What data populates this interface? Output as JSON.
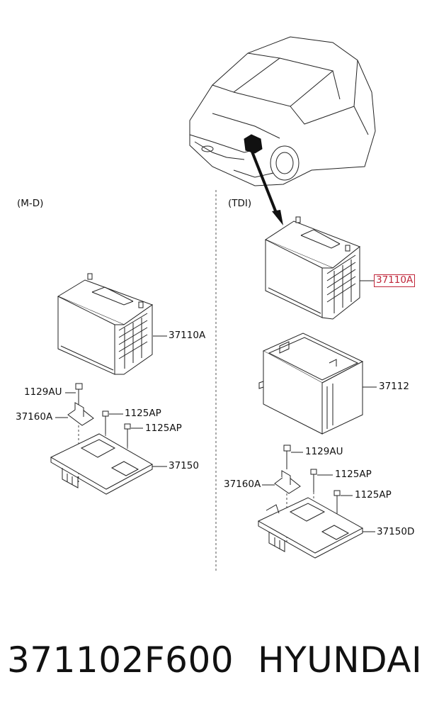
{
  "groups": {
    "left": "(M-D)",
    "right": "(TDI)"
  },
  "labels": {
    "left_battery": "37110A",
    "left_bolt_top": "1129AU",
    "left_clamp": "37160A",
    "left_bolt_a": "1125AP",
    "left_bolt_b": "1125AP",
    "left_tray": "37150",
    "right_battery": "37110A",
    "right_cover": "37112",
    "right_bolt_top": "1129AU",
    "right_clamp": "37160A",
    "right_bolt_a": "1125AP",
    "right_bolt_b": "1125AP",
    "right_tray": "37150D"
  },
  "highlight_color": "#c0263a",
  "footer": {
    "part_number": "371102F600",
    "brand": "HYUNDAI"
  }
}
